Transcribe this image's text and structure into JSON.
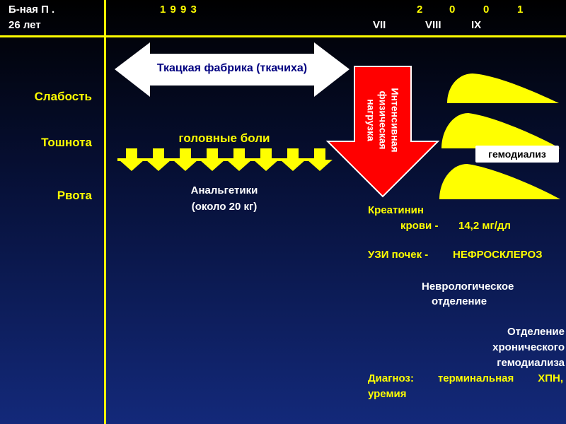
{
  "header": {
    "patient": "Б-ная  П .",
    "age": "26 лет",
    "year_1993": "1 9 9 3",
    "year_2001_digits": [
      "2",
      "0",
      "0",
      "1"
    ],
    "months": [
      "VII",
      "VIII",
      "IX"
    ]
  },
  "symptoms": [
    "Слабость",
    "Тошнота",
    "Рвота"
  ],
  "work_arrow": {
    "label": "Ткацкая фабрика (ткачиха)"
  },
  "headache": {
    "label": "головные боли"
  },
  "analgesics": {
    "line1": "Анальгетики",
    "line2": "(около 20 кг)"
  },
  "load_arrow": {
    "lines": [
      "Интенсивная",
      "физическая",
      "нагрузка"
    ]
  },
  "dialysis": {
    "label": "гемодиализ"
  },
  "findings": {
    "creatinine_label": "Креатинин",
    "creatinine_sub": "крови -",
    "creatinine_value": "14,2 мг/дл",
    "usi_label": "УЗИ почек -",
    "usi_value": "НЕФРОСКЛЕРОЗ",
    "neuro_1": "Неврологическое",
    "neuro_2": "отделение",
    "chronic_1": "Отделение",
    "chronic_2": "хронического",
    "chronic_3": "гемодиализа",
    "diagnosis_1": "Диагноз:  терминальная  ХПН,",
    "diagnosis_2": "уремия"
  },
  "colors": {
    "accent_yellow": "#ffff00",
    "arrow_red": "#ff0000",
    "background_dark": "#000000",
    "background_blue": "#13297a",
    "white": "#ffffff"
  }
}
